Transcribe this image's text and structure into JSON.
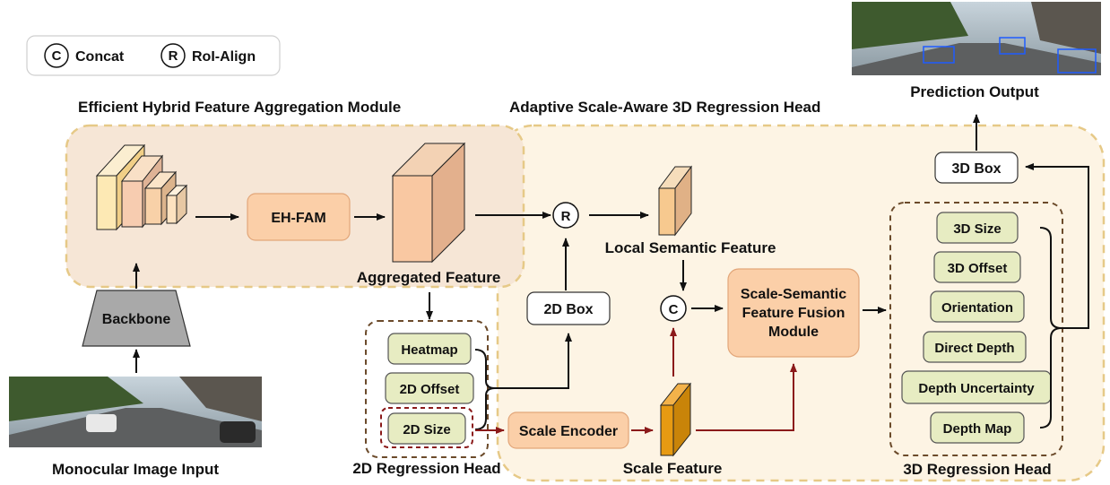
{
  "legend": {
    "concat_symbol": "C",
    "concat_label": "Concat",
    "roialign_symbol": "R",
    "roialign_label": "RoI-Align"
  },
  "modules": {
    "ehfam_title": "Efficient Hybrid Feature Aggregation Module",
    "head_title": "Adaptive Scale-Aware 3D Regression Head"
  },
  "labels": {
    "ehfam_block": "EH-FAM",
    "aggregated_feature": "Aggregated Feature",
    "backbone": "Backbone",
    "input": "Monocular Image Input",
    "local_semantic_feature": "Local Semantic Feature",
    "scale_feature": "Scale Feature",
    "scale_encoder": "Scale Encoder",
    "box_2d": "2D Box",
    "box_3d": "3D Box",
    "fusion_line1": "Scale-Semantic",
    "fusion_line2": "Feature Fusion",
    "fusion_line3": "Module",
    "prediction_output": "Prediction Output",
    "reg2d_title": "2D Regression Head",
    "reg3d_title": "3D Regression Head"
  },
  "reg2d_items": [
    "Heatmap",
    "2D Offset",
    "2D Size"
  ],
  "reg3d_items": [
    "3D Size",
    "3D Offset",
    "Orientation",
    "Direct Depth",
    "Depth Uncertainty",
    "Depth Map"
  ],
  "colors": {
    "module_bg": "#f6e6d6",
    "head_bg": "#fdf4e4",
    "dash_border": "#e6c987",
    "title_brown": "#b47a24",
    "block_orange": "#fbcfa8",
    "block_text_red": "#a3261f",
    "item_green": "#e7ecc2",
    "dark_red_arrow": "#8b1a1a",
    "dash_brown": "#6b4a2a"
  }
}
